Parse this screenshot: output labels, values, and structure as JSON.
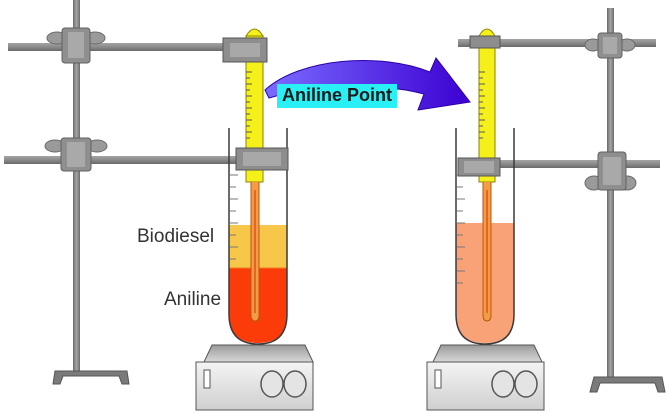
{
  "labels": {
    "biodiesel": "Biodiesel",
    "aniline": "Aniline",
    "aniline_point": "Aniline Point"
  },
  "colors": {
    "thermometer": "#f5ef1a",
    "biodiesel_layer": "#f7c74a",
    "aniline_layer": "#fb3b08",
    "mixed_solution": "#f9a277",
    "arrow_light": "#5a47ff",
    "arrow_dark": "#3c00d2",
    "label_highlight": "#29f0f4",
    "metal": "#8b8b8b"
  },
  "icons": {
    "left_stand": "ring-stand-icon",
    "right_stand": "ring-stand-icon",
    "left_heater": "hot-plate-icon",
    "right_heater": "hot-plate-icon",
    "left_thermometer": "thermometer-icon",
    "right_thermometer": "thermometer-icon",
    "transition": "curved-arrow-icon"
  }
}
